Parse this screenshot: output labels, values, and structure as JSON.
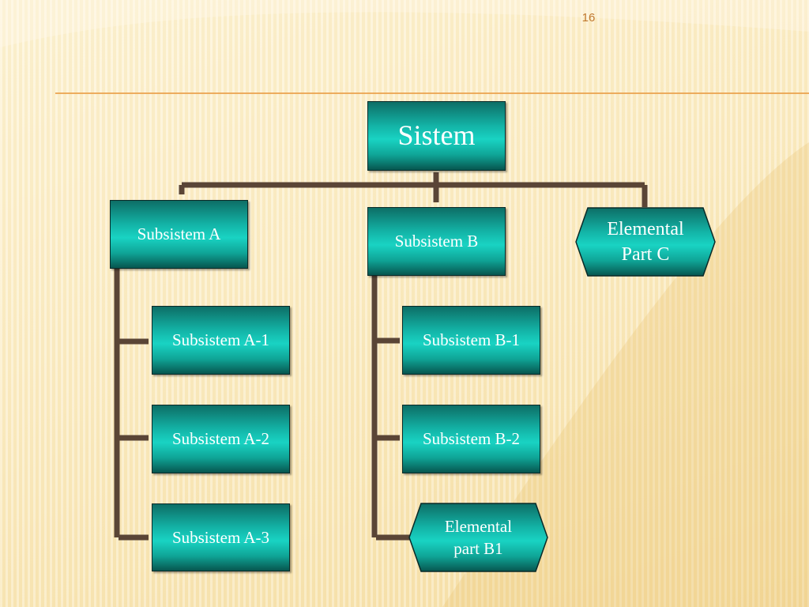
{
  "slide": {
    "page_number": "16"
  },
  "diagram": {
    "root": "Sistem",
    "level1": {
      "a": "Subsistem A",
      "b": "Subsistem B",
      "c": "Elemental\n Part C"
    },
    "a_children": [
      "Subsistem A-1",
      "Subsistem A-2",
      "Subsistem A-3"
    ],
    "b_children": [
      "Subsistem B-1",
      "Subsistem B-2",
      "Elemental\n part B1"
    ]
  },
  "colors": {
    "box_top": "#0d6e66",
    "box_mid": "#19d3c3",
    "connector": "#5a4536",
    "rule": "#eaa04a"
  }
}
